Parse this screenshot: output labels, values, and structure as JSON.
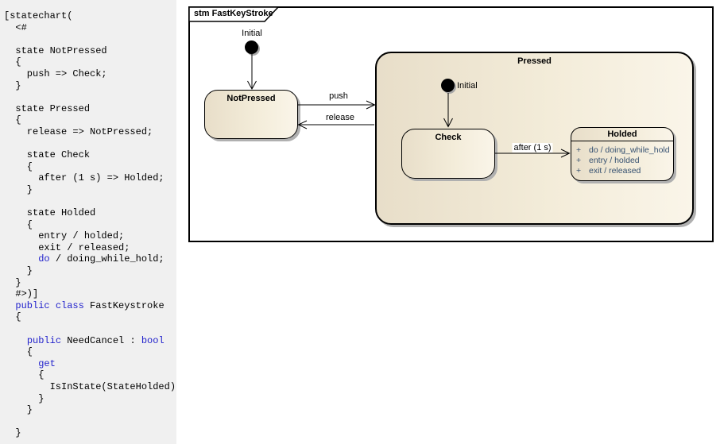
{
  "code_panel": {
    "keyword_color": "#2222cc",
    "background": "#f0f0f0",
    "lines": [
      [
        "[statechart("
      ],
      [
        "  <#"
      ],
      [
        ""
      ],
      [
        "  state NotPressed"
      ],
      [
        "  {"
      ],
      [
        "    push => Check;"
      ],
      [
        "  }"
      ],
      [
        ""
      ],
      [
        "  state Pressed"
      ],
      [
        "  {"
      ],
      [
        "    release => NotPressed;"
      ],
      [
        ""
      ],
      [
        "    state Check"
      ],
      [
        "    {"
      ],
      [
        "      after (1 s) => Holded;"
      ],
      [
        "    }"
      ],
      [
        ""
      ],
      [
        "    state Holded"
      ],
      [
        "    {"
      ],
      [
        "      entry / holded;"
      ],
      [
        "      exit / released;"
      ],
      [
        "      ",
        {
          "k": "do"
        },
        " / doing_while_hold;"
      ],
      [
        "    }"
      ],
      [
        "  }"
      ],
      [
        "  #>)]"
      ],
      [
        "  ",
        {
          "k": "public"
        },
        " ",
        {
          "k": "class"
        },
        " FastKeystroke"
      ],
      [
        "  {"
      ],
      [
        ""
      ],
      [
        "    ",
        {
          "k": "public"
        },
        " NeedCancel : ",
        {
          "k": "bool"
        }
      ],
      [
        "    {"
      ],
      [
        "      ",
        {
          "k": "get"
        }
      ],
      [
        "      {"
      ],
      [
        "        IsInState(StateHolded)"
      ],
      [
        "      }"
      ],
      [
        "    }"
      ],
      [
        ""
      ],
      [
        "  }"
      ]
    ]
  },
  "diagram": {
    "frame_label": "stm FastKeyStroke",
    "outer_initial_label": "Initial",
    "inner_initial_label": "Initial",
    "states": {
      "not_pressed": {
        "name": "NotPressed"
      },
      "pressed": {
        "name": "Pressed"
      },
      "check": {
        "name": "Check"
      },
      "holded": {
        "name": "Holded",
        "features": [
          {
            "visibility": "+",
            "text": "do / doing_while_hold"
          },
          {
            "visibility": "+",
            "text": "entry / holded"
          },
          {
            "visibility": "+",
            "text": "exit / released"
          }
        ]
      }
    },
    "transitions": [
      {
        "label": "push"
      },
      {
        "label": "release"
      },
      {
        "label": "after (1 s)"
      }
    ],
    "colors": {
      "state_fill_dark": "#e8dec9",
      "state_fill_light": "#faf5e9",
      "feature_text": "#355070",
      "shadow": "#b0b0b0",
      "border": "#000000"
    }
  }
}
